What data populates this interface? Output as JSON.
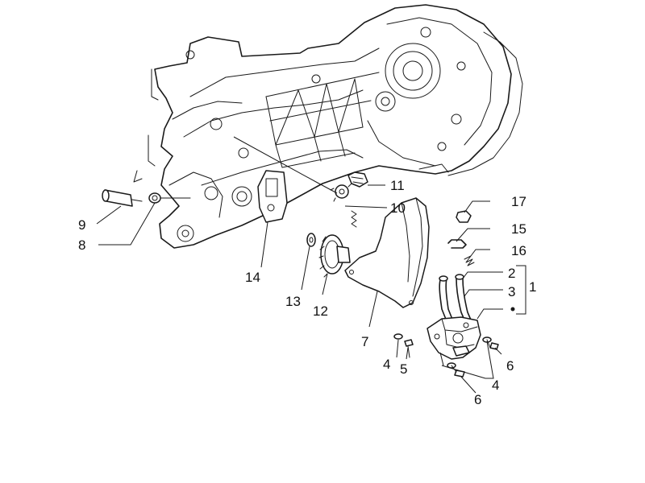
{
  "callouts": {
    "c1": "1",
    "c2": "2",
    "c3": "3",
    "c4a": "4",
    "c4b": "4",
    "c5": "5",
    "c6a": "6",
    "c6b": "6",
    "c7": "7",
    "c8": "8",
    "c9": "9",
    "c10": "10",
    "c11": "11",
    "c12": "12",
    "c13": "13",
    "c14": "14",
    "c15": "15",
    "c16": "16",
    "c17": "17"
  },
  "colors": {
    "line": "#1a1a1a",
    "background": "#ffffff"
  }
}
